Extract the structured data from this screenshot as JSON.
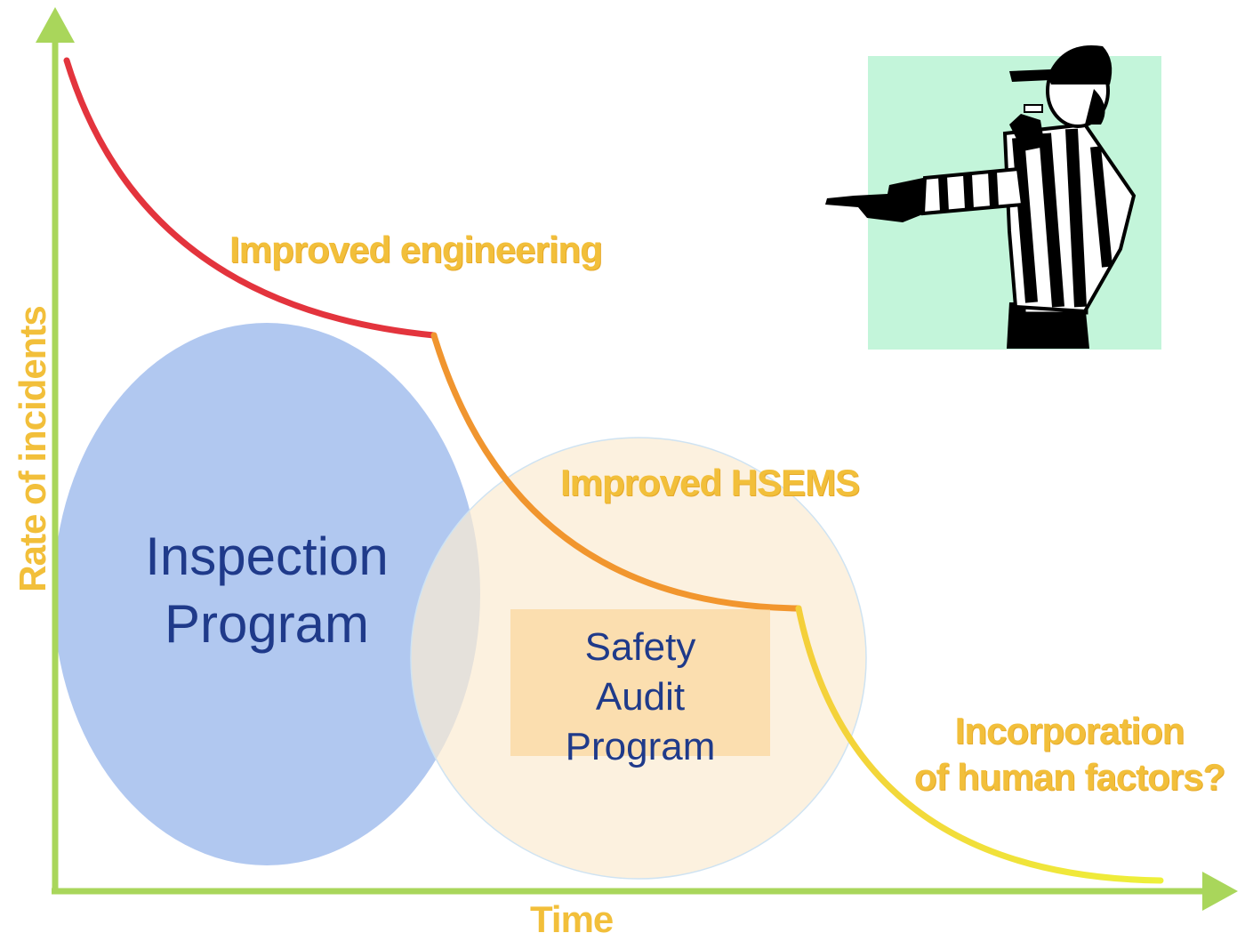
{
  "diagram": {
    "axes": {
      "y_label": "Rate of incidents",
      "x_label": "Time",
      "color": "#a9d65b"
    },
    "stages": [
      {
        "label": "Improved engineering",
        "color": "#e3343d"
      },
      {
        "label": "Improved HSEMS",
        "color": "#f0952f"
      },
      {
        "label_lines": [
          "Incorporation",
          "of human factors?"
        ],
        "color": "#eedc3a"
      }
    ],
    "programs": {
      "inspection": {
        "lines": [
          "Inspection",
          "Program"
        ],
        "fill": "#a9c2ee"
      },
      "safety_audit": {
        "lines": [
          "Safety",
          "Audit",
          "Program"
        ],
        "fill": "#fbebd2"
      }
    },
    "illustration": {
      "icon": "referee-pointing-icon",
      "background": "#c3f5da"
    }
  }
}
